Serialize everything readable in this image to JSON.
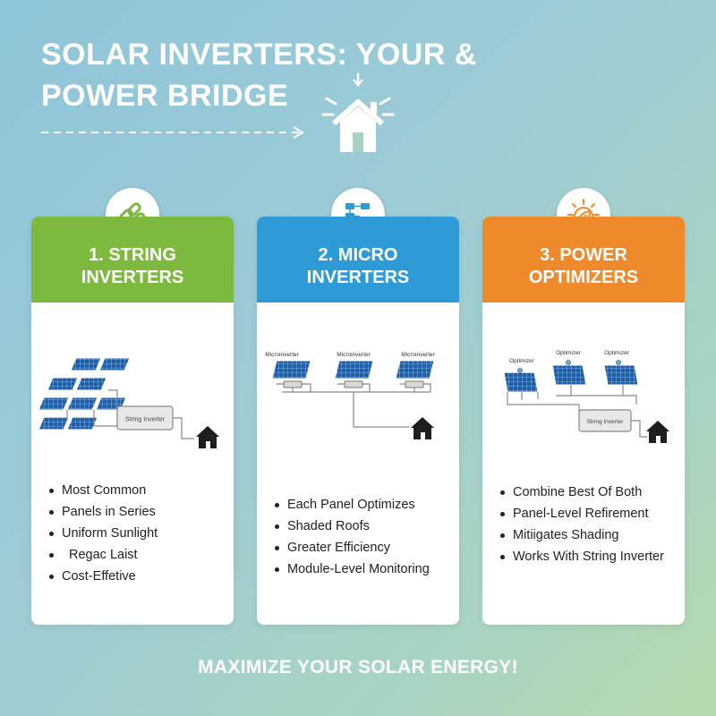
{
  "header": {
    "title_line1": "SOLAR INVERTERS: YOUR &",
    "title_line2": "POWER BRIDGE"
  },
  "colors": {
    "string": "#7db83f",
    "micro": "#2f9bd6",
    "optimizer": "#ee8a2c"
  },
  "cards": [
    {
      "title_line1": "1. STRING",
      "title_line2": "INVERTERS",
      "icon": "chain-link-icon",
      "diagram": {
        "inverter_label": "String Inverter"
      },
      "bullets": [
        "Most Common",
        "Panels in Series",
        "Uniform Sunlight",
        "Regac Laist",
        "Cost-Effetive"
      ]
    },
    {
      "title_line1": "2. MICRO",
      "title_line2": "INVERTERS",
      "icon": "network-nodes-icon",
      "diagram": {
        "unit_labels": [
          "Microinverter",
          "Microinverter",
          "Microinverter"
        ]
      },
      "bullets": [
        "Each Panel Optimizes",
        "Shaded Roofs",
        "Greater Efficiency",
        "Module-Level Monitoring"
      ]
    },
    {
      "title_line1": "3. POWER",
      "title_line2": "OPTIMIZERS",
      "icon": "sun-leaf-icon",
      "diagram": {
        "unit_labels": [
          "Optimizer",
          "Optimizer",
          "Optimizer"
        ],
        "inverter_label": "String Inverter"
      },
      "bullets": [
        "Combine Best Of Both",
        "Panel-Level Refirement",
        "Mitiigates Shading",
        "Works With String Inverter"
      ]
    }
  ],
  "footer": {
    "text": "MAXIMIZE YOUR SOLAR ENERGY!"
  }
}
